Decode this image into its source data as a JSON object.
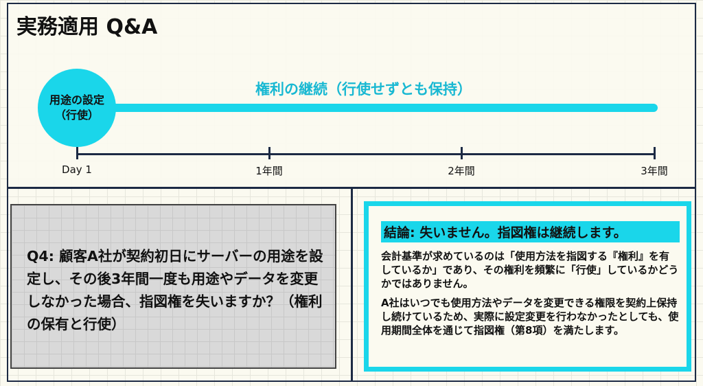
{
  "title": "実務適用 Q&A",
  "timeline": {
    "start_event": [
      "用途の設定",
      "（行使）"
    ],
    "bar_label": "権利の継続（行使せずとも保持）",
    "ticks": [
      "Day 1",
      "1年間",
      "2年間",
      "3年間"
    ]
  },
  "question": "Q4: 顧客A社が契約初日にサーバーの用途を設定し、その後3年間一度も用途やデータを変更しなかった場合、指図権を失いますか？（権利の保有と行使）",
  "answer": {
    "heading": "結論: 失いません。指図権は継続します。",
    "paragraphs": [
      "会計基準が求めているのは「使用方法を指図する『権利』を有しているか」であり、その権利を頻繁に「行使」しているかどうかではありません。",
      "A社はいつでも使用方法やデータを変更できる権限を契約上保持し続けているため、実際に設定変更を行わなかったとしても、使用期間全体を通じて指図権（第8項）を満たします。"
    ]
  },
  "colors": {
    "accent": "#1ad6ea",
    "navy": "#1c2a44"
  }
}
